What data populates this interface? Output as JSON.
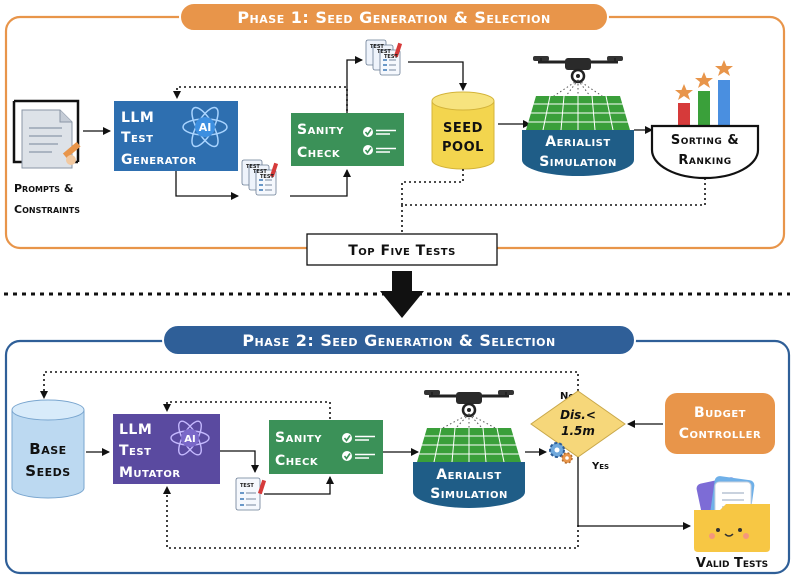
{
  "phase1": {
    "title": "Phase 1: Seed Generation & Selection",
    "prompts_label_1": "Prompts &",
    "prompts_label_2": "Constraints",
    "llm_line1": "LLM",
    "llm_line2": "Test",
    "llm_line3": "Generator",
    "ai_badge": "AI",
    "sanity_line1": "Sanity",
    "sanity_line2": "Check",
    "test_doc_label": "TEST",
    "seed_pool_line1": "SEED",
    "seed_pool_line2": "POOL",
    "sim_line1": "Aerialist",
    "sim_line2": "Simulation",
    "sort_line1": "Sorting &",
    "sort_line2": "Ranking",
    "top_five": "Top Five Tests"
  },
  "phase2": {
    "title": "Phase 2: Seed Generation & Selection",
    "base_seeds_line1": "Base",
    "base_seeds_line2": "Seeds",
    "llm_line1": "LLM",
    "llm_line2": "Test",
    "llm_line3": "Mutator",
    "ai_badge": "AI",
    "sanity_line1": "Sanity",
    "sanity_line2": "Check",
    "test_doc_label": "TEST",
    "sim_line1": "Aerialist",
    "sim_line2": "Simulation",
    "decision_line1": "Dis.<",
    "decision_line2": "1.5m",
    "no_label": "No",
    "yes_label": "Yes",
    "budget_line1": "Budget",
    "budget_line2": "Controller",
    "valid_tests": "Valid Tests"
  },
  "colors": {
    "phase1_accent": "#e8954a",
    "phase2_accent": "#2f5f98",
    "llm_generator": "#2e6fb0",
    "llm_mutator": "#5a4aa0",
    "sanity": "#3b9158",
    "seed_pool": "#f3d54e",
    "simulation": "#1f5d87",
    "decision": "#f6d77a",
    "budget": "#e8954a",
    "base_seeds": "#bcd9f1"
  }
}
